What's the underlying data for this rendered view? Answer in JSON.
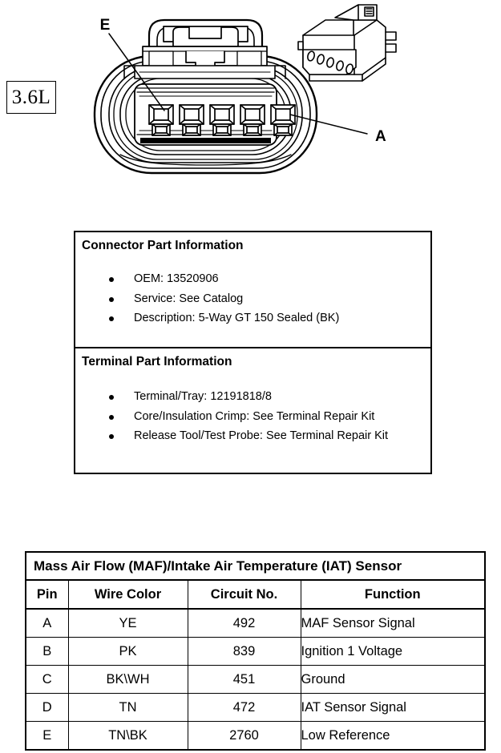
{
  "engine_badge": "3.6L",
  "connector_figure": {
    "callouts": [
      {
        "label": "E",
        "pin": "E",
        "position": "upper-left"
      },
      {
        "label": "A",
        "pin": "A",
        "position": "right"
      }
    ],
    "cavity_count": 5,
    "view_main": "connector-face-end-view",
    "view_inset": "connector-isometric-view"
  },
  "part_info": {
    "connector": {
      "heading": "Connector Part Information",
      "items": [
        "OEM: 13520906",
        "Service: See Catalog",
        "Description: 5-Way GT 150 Sealed (BK)"
      ]
    },
    "terminal": {
      "heading": "Terminal Part Information",
      "items": [
        "Terminal/Tray: 12191818/8",
        "Core/Insulation Crimp: See Terminal Repair Kit",
        "Release Tool/Test Probe: See Terminal Repair Kit"
      ]
    }
  },
  "pin_table": {
    "title": "Mass Air Flow (MAF)/Intake Air Temperature (IAT) Sensor",
    "columns": [
      "Pin",
      "Wire Color",
      "Circuit No.",
      "Function"
    ],
    "rows": [
      {
        "pin": "A",
        "wire_color": "YE",
        "circuit_no": "492",
        "function": "MAF Sensor Signal"
      },
      {
        "pin": "B",
        "wire_color": "PK",
        "circuit_no": "839",
        "function": "Ignition 1 Voltage"
      },
      {
        "pin": "C",
        "wire_color": "BK\\WH",
        "circuit_no": "451",
        "function": "Ground"
      },
      {
        "pin": "D",
        "wire_color": "TN",
        "circuit_no": "472",
        "function": "IAT Sensor Signal"
      },
      {
        "pin": "E",
        "wire_color": "TN\\BK",
        "circuit_no": "2760",
        "function": "Low Reference"
      }
    ]
  },
  "colors": {
    "ink": "#000000",
    "paper": "#ffffff"
  }
}
